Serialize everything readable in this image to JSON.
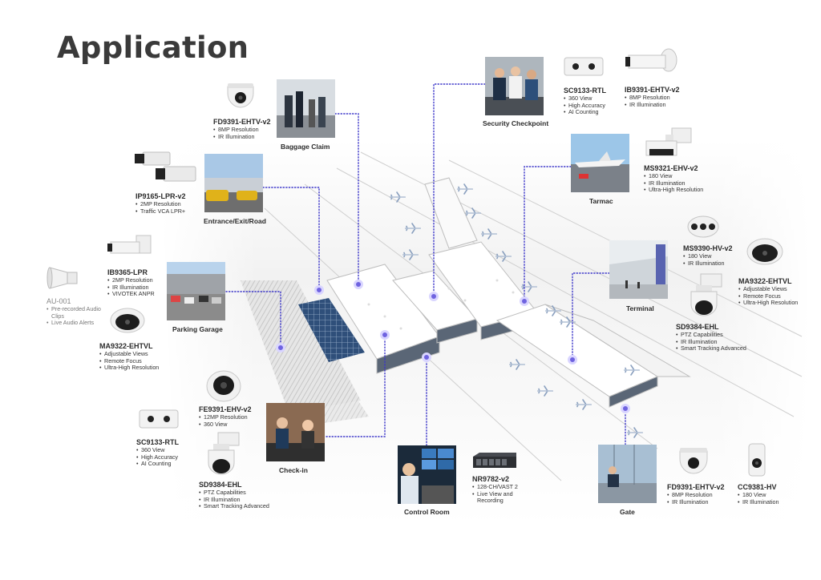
{
  "page": {
    "title": "Application"
  },
  "locations": [
    {
      "key": "baggage",
      "label": "Baggage Claim"
    },
    {
      "key": "entrance",
      "label": "Entrance/Exit/Road"
    },
    {
      "key": "parking",
      "label": "Parking Garage"
    },
    {
      "key": "checkin",
      "label": "Check-in"
    },
    {
      "key": "control",
      "label": "Control Room"
    },
    {
      "key": "security",
      "label": "Security Checkpoint"
    },
    {
      "key": "tarmac",
      "label": "Tarmac"
    },
    {
      "key": "terminal",
      "label": "Terminal"
    },
    {
      "key": "gate",
      "label": "Gate"
    }
  ],
  "products": [
    {
      "name": "FD9391-EHTV-v2",
      "features": [
        "8MP Resolution",
        "IR Illumination"
      ]
    },
    {
      "name": "IP9165-LPR-v2",
      "features": [
        "2MP Resolution",
        "Traffic VCA LPR+"
      ]
    },
    {
      "name": "IB9365-LPR",
      "features": [
        "2MP Resolution",
        "IR Illumination",
        "VIVOTEK ANPR"
      ]
    },
    {
      "name": "AU-001",
      "features": [
        "Pre-recorded Audio Clips",
        "Live Audio Alerts"
      ]
    },
    {
      "name": "MA9322-EHTVL",
      "features": [
        "Adjustable Views",
        "Remote Focus",
        "Ultra-High Resolution"
      ]
    },
    {
      "name": "FE9391-EHV-v2",
      "features": [
        "12MP Resolution",
        "360 View"
      ]
    },
    {
      "name": "SC9133-RTL",
      "features": [
        "360 View",
        "High Accuracy",
        "AI Counting"
      ]
    },
    {
      "name": "SD9384-EHL",
      "features": [
        "PTZ Capabilities",
        "IR Illumination",
        "Smart Tracking Advanced"
      ]
    },
    {
      "name": "NR9782-v2",
      "features": [
        "128-CH/VAST 2",
        "Live View and Recording"
      ]
    },
    {
      "name": "SC9133-RTL",
      "features": [
        "360 View",
        "High Accuracy",
        "AI Counting"
      ]
    },
    {
      "name": "IB9391-EHTV-v2",
      "features": [
        "8MP Resolution",
        "IR Illumination"
      ]
    },
    {
      "name": "MS9321-EHV-v2",
      "features": [
        "180 View",
        "IR Illumination",
        "Ultra-High Resolution"
      ]
    },
    {
      "name": "MS9390-HV-v2",
      "features": [
        "180 View",
        "IR Illumination"
      ]
    },
    {
      "name": "MA9322-EHTVL",
      "features": [
        "Adjustable Views",
        "Remote Focus",
        "Ultra-High Resolution"
      ]
    },
    {
      "name": "SD9384-EHL",
      "features": [
        "PTZ Capabilities",
        "IR Illumination",
        "Smart Tracking Advanced"
      ]
    },
    {
      "name": "FD9391-EHTV-v2",
      "features": [
        "8MP Resolution",
        "IR Illumination"
      ]
    },
    {
      "name": "CC9381-HV",
      "features": [
        "180 View",
        "IR Illumination"
      ]
    }
  ],
  "colors": {
    "connector": "#3b35c9",
    "dot": "#6f63e0",
    "title": "#3a3a3a"
  }
}
